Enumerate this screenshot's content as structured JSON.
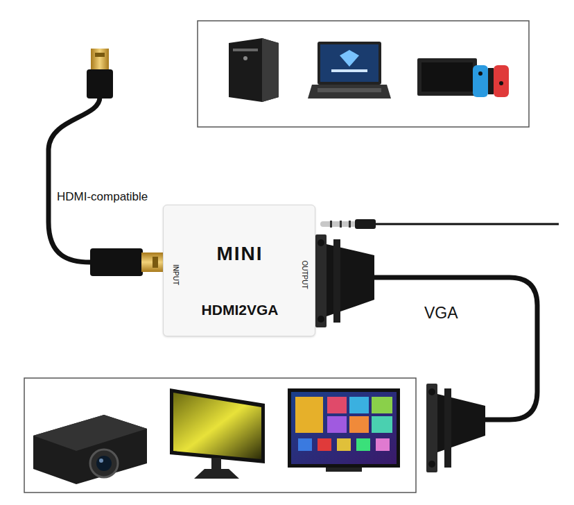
{
  "diagram": {
    "nodes": [
      {
        "text": [
          "MINI",
          "INPUT",
          "OUTPUT",
          "HDMI2VGA"
        ]
      }
    ],
    "labels": [
      "HDMI-compatible",
      "VGA"
    ]
  }
}
